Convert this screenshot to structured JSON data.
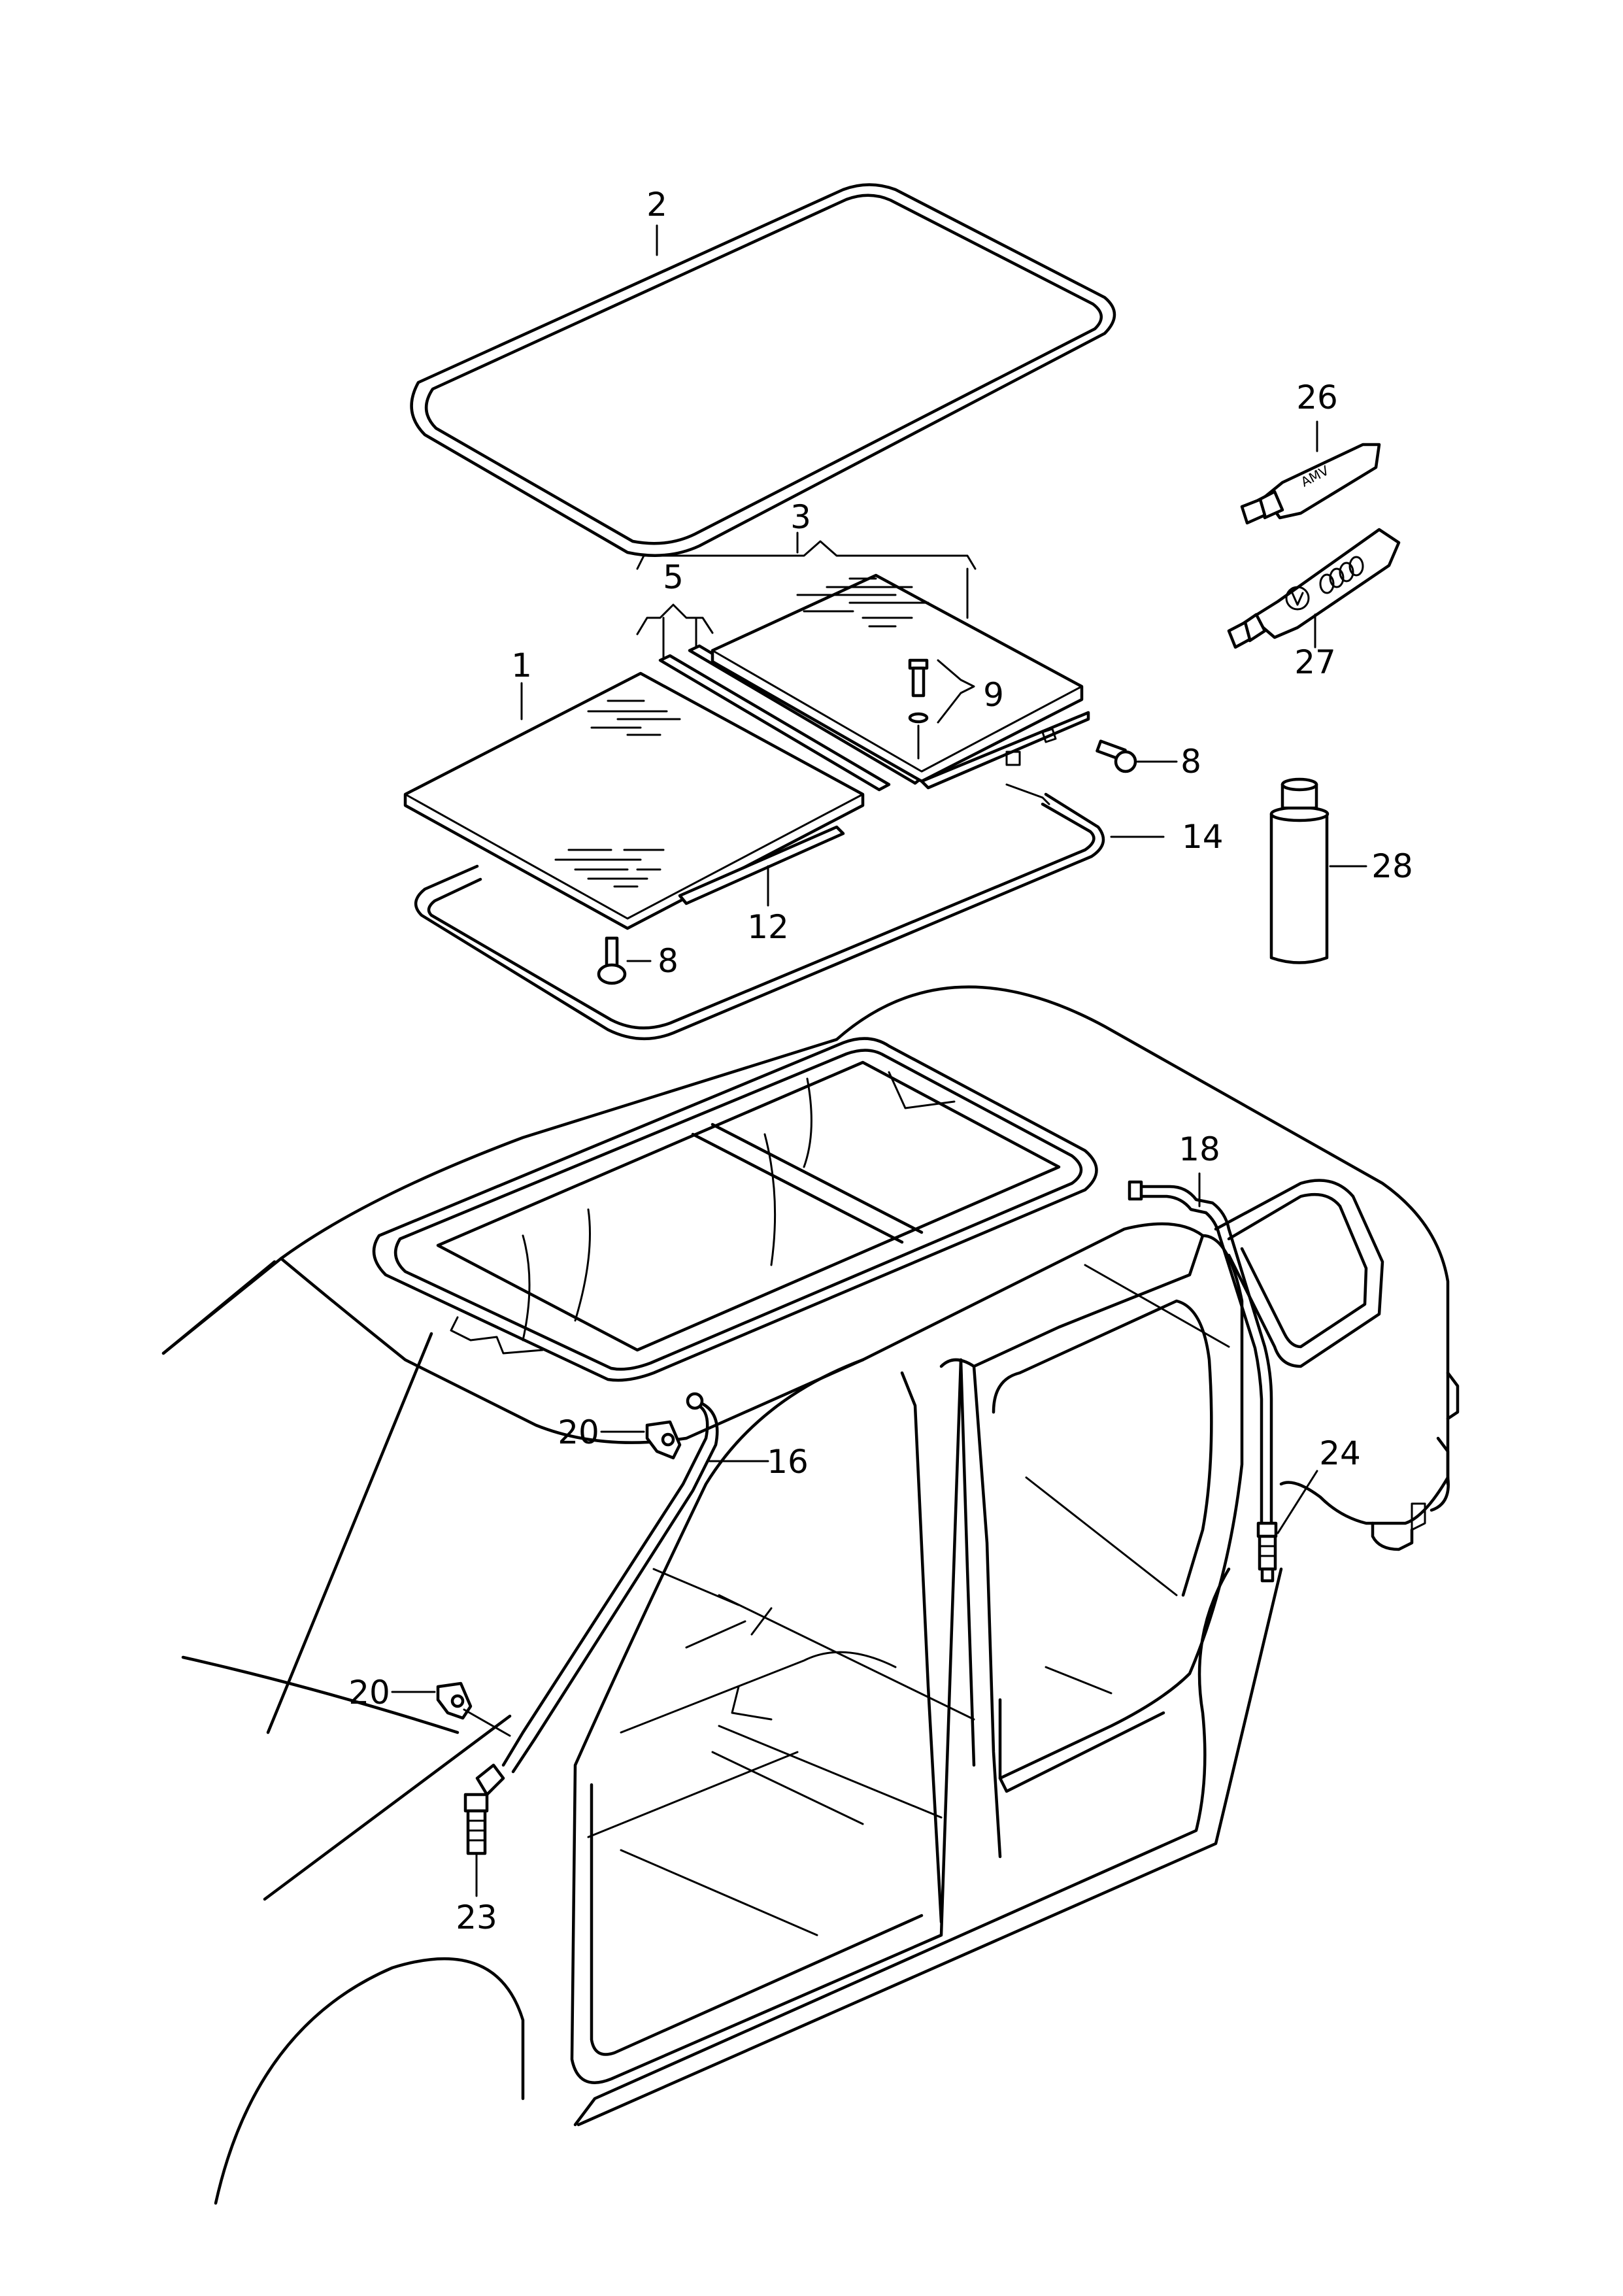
{
  "callouts": {
    "c1": "1",
    "c2": "2",
    "c3": "3",
    "c5": "5",
    "c8a": "8",
    "c8b": "8",
    "c9": "9",
    "c12": "12",
    "c14": "14",
    "c16": "16",
    "c18": "18",
    "c20a": "20",
    "c20b": "20",
    "c23": "23",
    "c24": "24",
    "c26": "26",
    "c27": "27",
    "c28": "28"
  },
  "labels": {
    "tube_print": "AMV"
  }
}
